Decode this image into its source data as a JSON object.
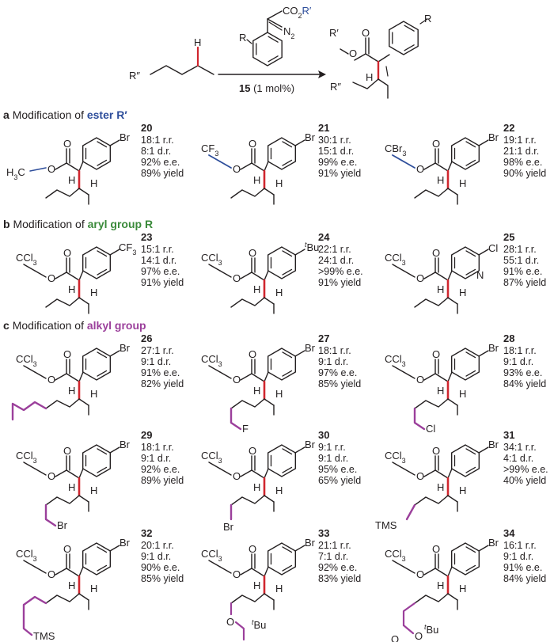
{
  "colors": {
    "ester": "#2e4e9b",
    "aryl": "#3a8a3a",
    "alkyl": "#9b3f9b",
    "new_bond": "#d0262e",
    "ink": "#231f20"
  },
  "scheme": {
    "substrate_r": "R″",
    "substrate_h": "H",
    "reagent_ester_prefix": "CO",
    "reagent_ester_sub": "2",
    "reagent_ester_r": "R′",
    "reagent_n2": "N",
    "reagent_n2_sub": "2",
    "reagent_r": "R",
    "catalyst_num": "15",
    "catalyst_text": " (1 mol%)",
    "product_r_ester": "R′",
    "product_r_aryl": "R",
    "product_r_alkyl": "R″",
    "product_h": "H",
    "atom_o": "O"
  },
  "sections": [
    {
      "letter": "a",
      "prefix": "Modification of ",
      "highlight": "ester R′",
      "color": "ester"
    },
    {
      "letter": "b",
      "prefix": "Modification of ",
      "highlight": "aryl group R",
      "color": "aryl"
    },
    {
      "letter": "c",
      "prefix": "Modification of ",
      "highlight": "alkyl group",
      "color": "alkyl"
    }
  ],
  "compounds": [
    {
      "num": "20",
      "rr": "18:1 r.r.",
      "dr": "8:1 d.r.",
      "ee": "92% e.e.",
      "yield": "89% yield",
      "ester": "H3C",
      "aryl": "Br"
    },
    {
      "num": "21",
      "rr": "30:1 r.r.",
      "dr": "15:1 d.r.",
      "ee": "99% e.e.",
      "yield": "91% yield",
      "ester": "CF3",
      "aryl": "Br"
    },
    {
      "num": "22",
      "rr": "19:1 r.r.",
      "dr": "21:1 d.r.",
      "ee": "98% e.e.",
      "yield": "90% yield",
      "ester": "CBr3",
      "aryl": "Br"
    },
    {
      "num": "23",
      "rr": "15:1 r.r.",
      "dr": "14:1 d.r.",
      "ee": "97% e.e.",
      "yield": "91% yield",
      "ester": "CCl3",
      "aryl": "CF3"
    },
    {
      "num": "24",
      "rr": "22:1 r.r.",
      "dr": "24:1 d.r.",
      "ee": ">99% e.e.",
      "yield": "91% yield",
      "ester": "CCl3",
      "aryl": "tBu"
    },
    {
      "num": "25",
      "rr": "28:1 r.r.",
      "dr": "55:1 d.r.",
      "ee": "91% e.e.",
      "yield": "87% yield",
      "ester": "CCl3",
      "aryl": "Cl"
    },
    {
      "num": "26",
      "rr": "27:1 r.r.",
      "dr": "9:1 d.r.",
      "ee": "91% e.e.",
      "yield": "82% yield",
      "ester": "CCl3",
      "aryl": "Br"
    },
    {
      "num": "27",
      "rr": "18:1 r.r.",
      "dr": "9:1 d.r.",
      "ee": "97% e.e.",
      "yield": "85% yield",
      "ester": "CCl3",
      "aryl": "Br",
      "alkyl": "F"
    },
    {
      "num": "28",
      "rr": "18:1 r.r.",
      "dr": "9:1 d.r.",
      "ee": "93% e.e.",
      "yield": "84% yield",
      "ester": "CCl3",
      "aryl": "Br",
      "alkyl": "Cl"
    },
    {
      "num": "29",
      "rr": "18:1 r.r.",
      "dr": "9:1 d.r.",
      "ee": "92% e.e.",
      "yield": "89% yield",
      "ester": "CCl3",
      "aryl": "Br",
      "alkyl": "Br"
    },
    {
      "num": "30",
      "rr": "9:1 r.r.",
      "dr": "9:1 d.r.",
      "ee": "95% e.e.",
      "yield": "65% yield",
      "ester": "CCl3",
      "aryl": "Br",
      "alkyl": "Br"
    },
    {
      "num": "31",
      "rr": "34:1 r.r.",
      "dr": "4:1 d.r.",
      "ee": ">99% e.e.",
      "yield": "40% yield",
      "ester": "CCl3",
      "aryl": "Br",
      "alkyl": "TMS"
    },
    {
      "num": "32",
      "rr": "20:1 r.r.",
      "dr": "9:1 d.r.",
      "ee": "90% e.e.",
      "yield": "85% yield",
      "ester": "CCl3",
      "aryl": "Br",
      "alkyl": "TMS"
    },
    {
      "num": "33",
      "rr": "21:1 r.r.",
      "dr": "7:1 d.r.",
      "ee": "92% e.e.",
      "yield": "83% yield",
      "ester": "CCl3",
      "aryl": "Br",
      "alkyl": "tBu"
    },
    {
      "num": "34",
      "rr": "16:1 r.r.",
      "dr": "9:1 d.r.",
      "ee": "91% e.e.",
      "yield": "84% yield",
      "ester": "CCl3",
      "aryl": "Br",
      "alkyl": "tBu"
    }
  ],
  "atoms": {
    "o": "O",
    "h": "H",
    "br": "Br",
    "f": "F",
    "cl": "Cl",
    "n": "N",
    "c": "C",
    "cf": "CF",
    "cbr": "CBr",
    "ccl": "CCl",
    "sub3": "3",
    "h3c_h": "H",
    "h3c_c": "C",
    "tms": "TMS",
    "t": "t",
    "bu": "Bu"
  }
}
